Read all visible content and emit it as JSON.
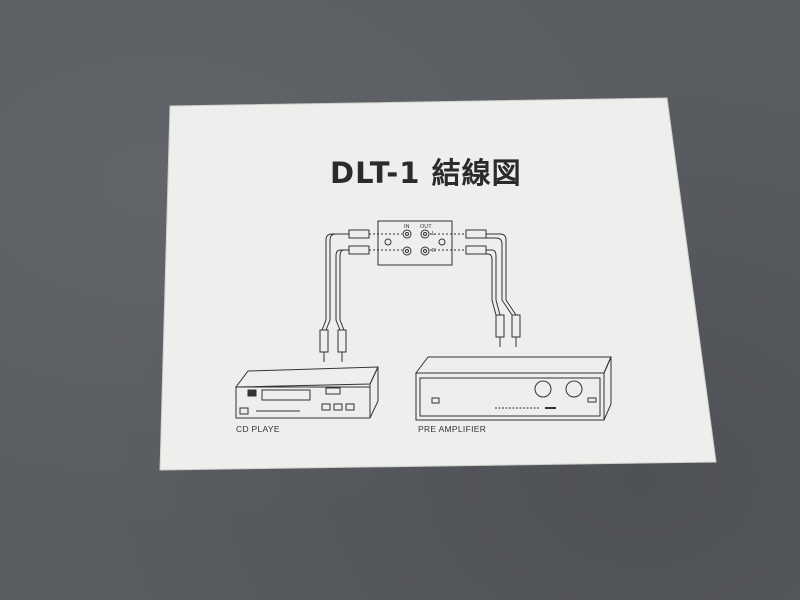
{
  "title": "DLT-1 結線図",
  "adapter": {
    "in_label": "IN",
    "out_label": "OUT",
    "left_label": "L",
    "right_label": "R"
  },
  "devices": {
    "source_label": "CD PLAYE",
    "amp_label": "PRE   AMPLIFIER"
  },
  "colors": {
    "paper": "#eeeeec",
    "background": "#595c61",
    "ink": "#2b2b2b"
  }
}
